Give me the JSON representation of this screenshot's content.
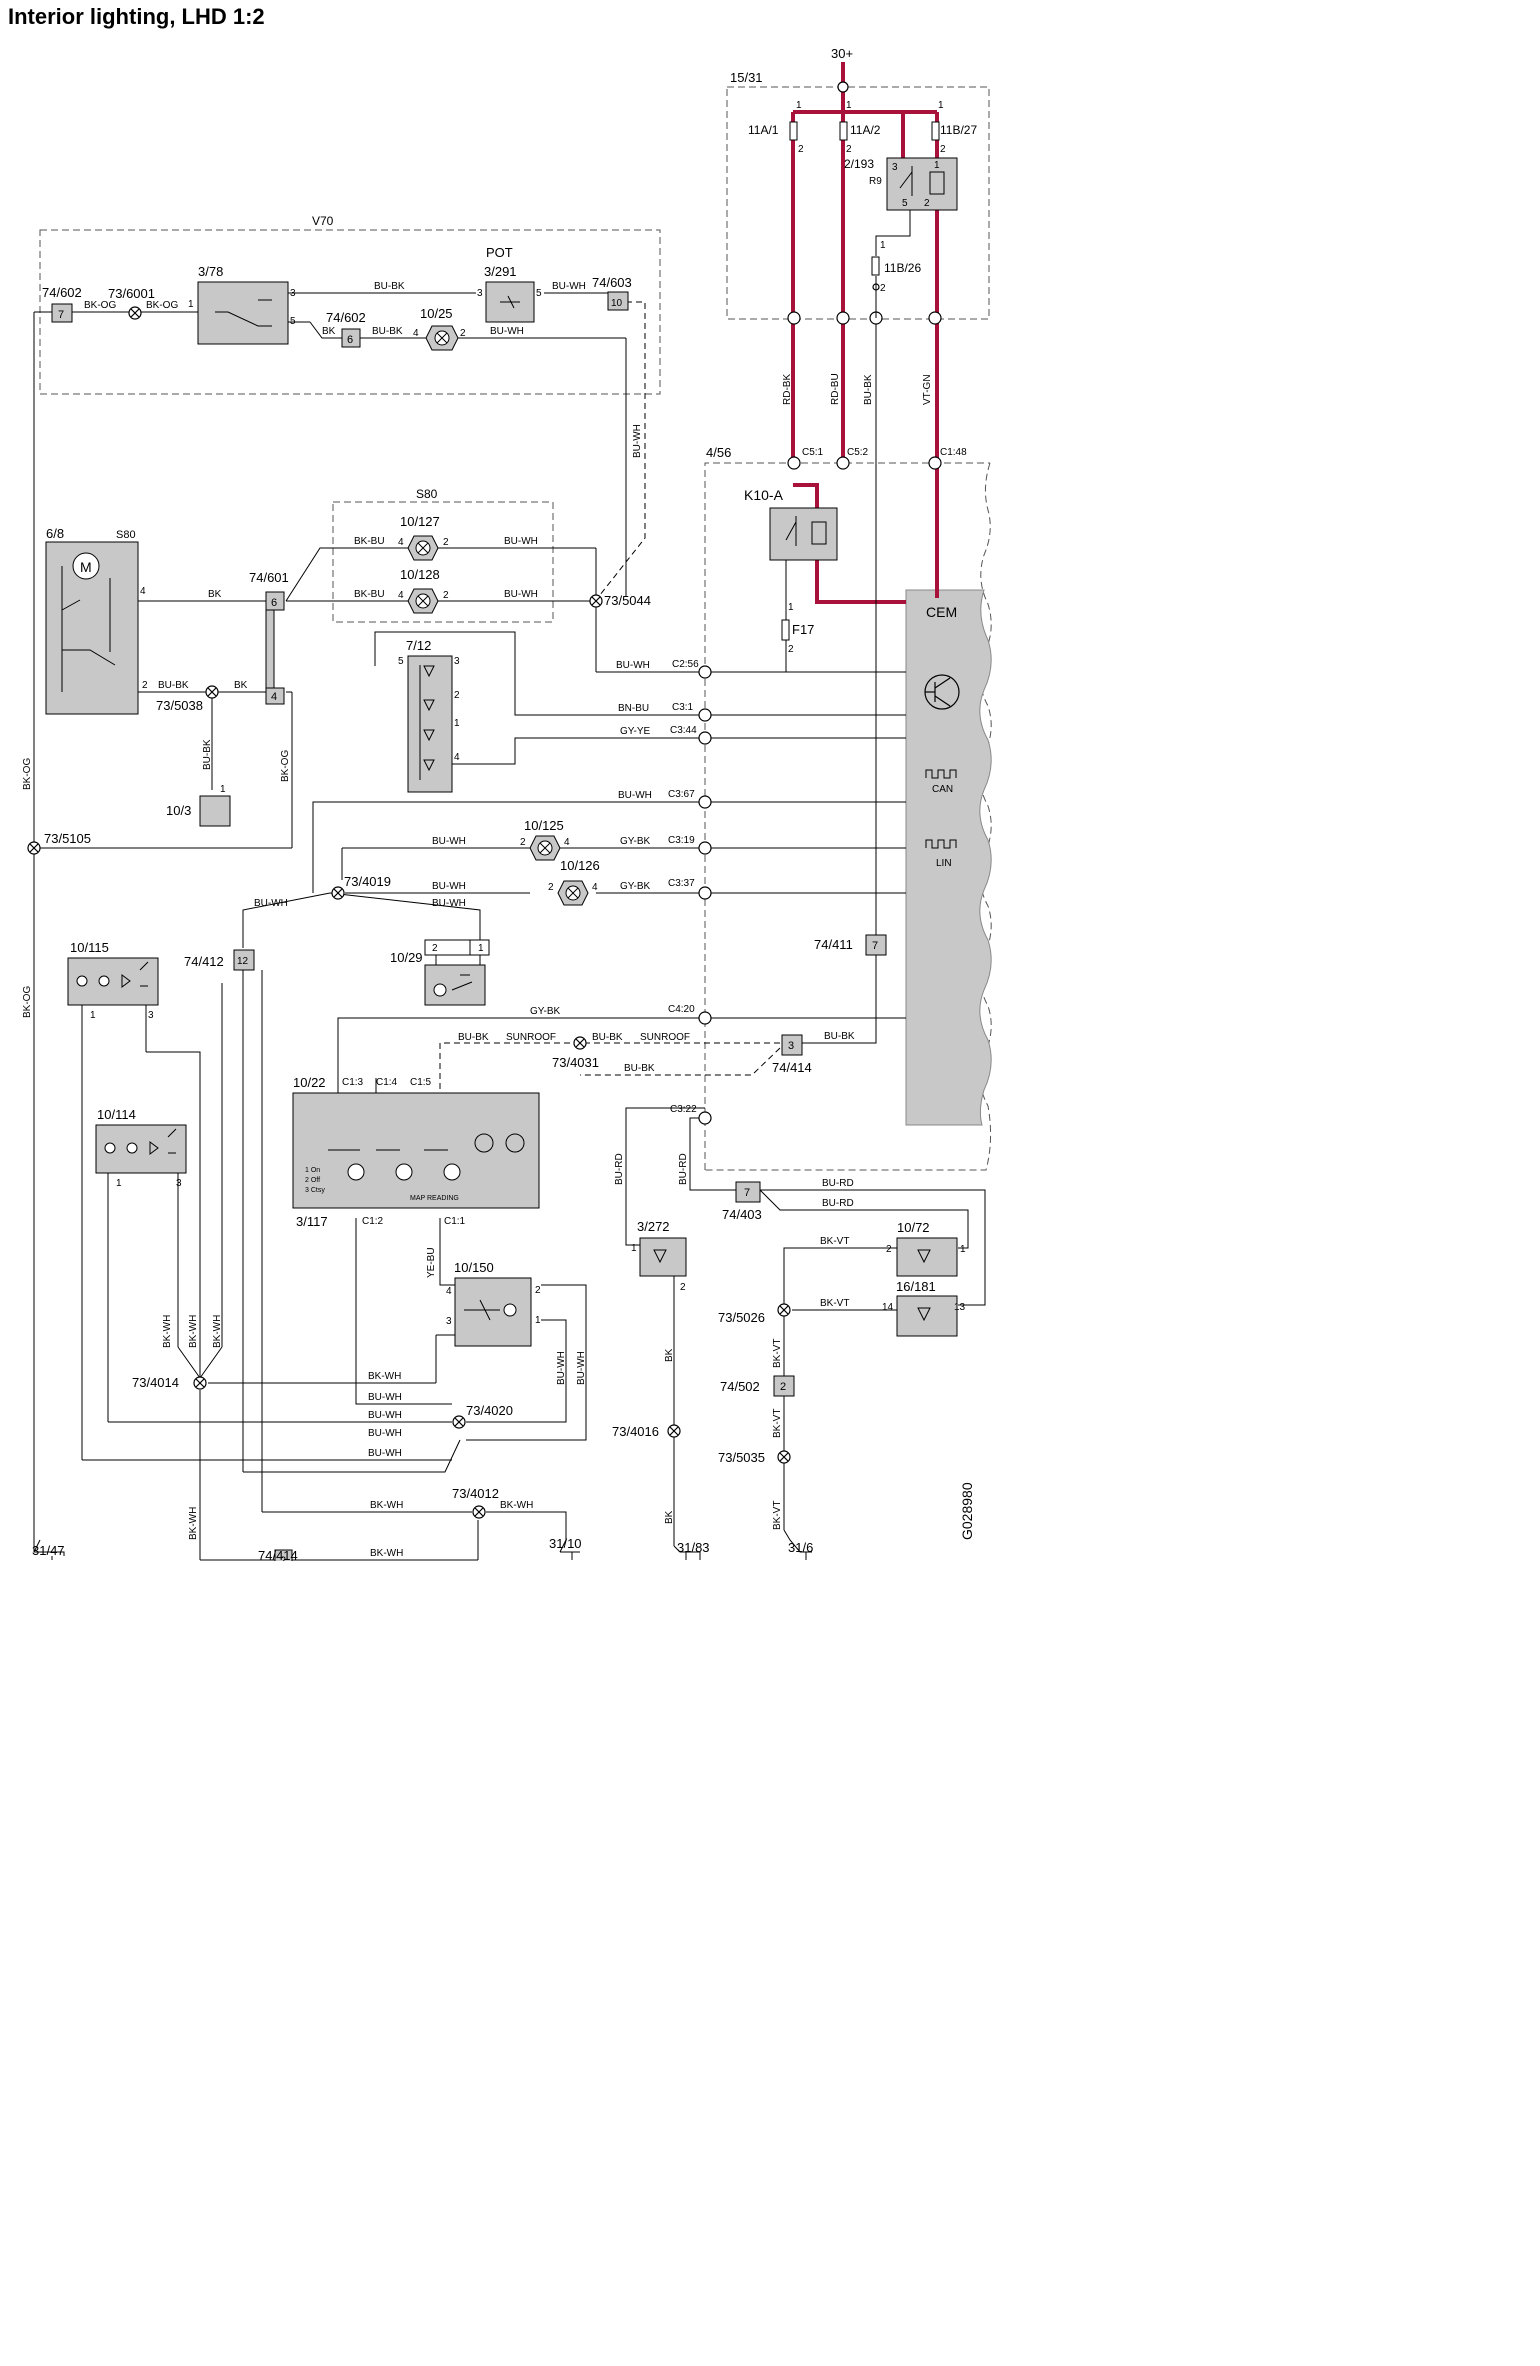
{
  "title": "Interior lighting, LHD 1:2",
  "drawing_id": "G028980",
  "colors": {
    "power_wire": "#a8123a",
    "component_fill": "#c8c8c8",
    "line": "#000000"
  },
  "boxes": {
    "v70": "V70",
    "s80": "S80",
    "fuse_box": "15/31",
    "cem_box": "4/56",
    "cem": "CEM",
    "motor": "M"
  },
  "supply": "30+",
  "fuses": {
    "f1": "11A/1",
    "f2": "11A/2",
    "f3": "11B/27",
    "f4": "11B/26",
    "f17": "F17"
  },
  "relays": {
    "r9_id": "2/193",
    "r9": "R9",
    "k10": "K10-A"
  },
  "components": {
    "c378": "3/78",
    "c3291": "3/291",
    "pot": "POT",
    "c1025": "10/25",
    "c68": "6/8",
    "c68_s80": "S80",
    "c10127": "10/127",
    "c10128": "10/128",
    "c712": "7/12",
    "c103": "10/3",
    "c10125": "10/125",
    "c10126": "10/126",
    "c1029": "10/29",
    "c10115": "10/115",
    "c10114": "10/114",
    "c1022": "10/22",
    "c3117": "3/117",
    "c10150": "10/150",
    "c3272": "3/272",
    "c1072": "10/72",
    "c16181": "16/181",
    "map_reading": "MAP READING",
    "on": "1 On",
    "off": "2 Off",
    "ctsy": "3 Ctsy",
    "can": "CAN",
    "lin": "LIN"
  },
  "connectors": {
    "k74602a": "74/602",
    "k74602b": "74/602",
    "k74603": "74/603",
    "k74601": "74/601",
    "k74412": "74/412",
    "k74411": "74/411",
    "k74414a": "74/414",
    "k74414b": "74/414",
    "k74403": "74/403",
    "k74502": "74/502",
    "pin7": "7",
    "pin6": "6",
    "pin10": "10",
    "pin4": "4",
    "pin12": "12",
    "pin3": "3",
    "pin2": "2"
  },
  "splices": {
    "s6001": "73/6001",
    "s5044": "73/5044",
    "s5038": "73/5038",
    "s5105": "73/5105",
    "s4019": "73/4019",
    "s4031": "73/4031",
    "s4014": "73/4014",
    "s4020": "73/4020",
    "s4016": "73/4016",
    "s5026": "73/5026",
    "s5035": "73/5035",
    "s4012": "73/4012"
  },
  "grounds": {
    "g3147": "31/47",
    "g3110": "31/10",
    "g3183": "31/83",
    "g316": "31/6"
  },
  "cem_pins": {
    "c51": "C5:1",
    "c52": "C5:2",
    "c148": "C1:48",
    "c256": "C2:56",
    "c31": "C3:1",
    "c344": "C3:44",
    "c367": "C3:67",
    "c319": "C3:19",
    "c337": "C3:37",
    "c420": "C4:20",
    "c322": "C3:22",
    "c13": "C1:3",
    "c14": "C1:4",
    "c15": "C1:5",
    "c12": "C1:2",
    "c11": "C1:1"
  },
  "wires": {
    "bkog": "BK-OG",
    "bubk": "BU-BK",
    "buwh": "BU-WH",
    "bk": "BK",
    "bkbu": "BK-BU",
    "bnbu": "BN-BU",
    "gyye": "GY-YE",
    "gybk": "GY-BK",
    "rdbk": "RD-BK",
    "rdbu": "RD-BU",
    "vtgn": "VT-GN",
    "bkwh": "BK-WH",
    "yebu": "YE-BU",
    "burd": "BU-RD",
    "bkvt": "BK-VT",
    "sunroof": "SUNROOF"
  },
  "pin_numbers": {
    "p1": "1",
    "p2": "2",
    "p3": "3",
    "p4": "4",
    "p5": "5",
    "p13": "13",
    "p14": "14"
  }
}
